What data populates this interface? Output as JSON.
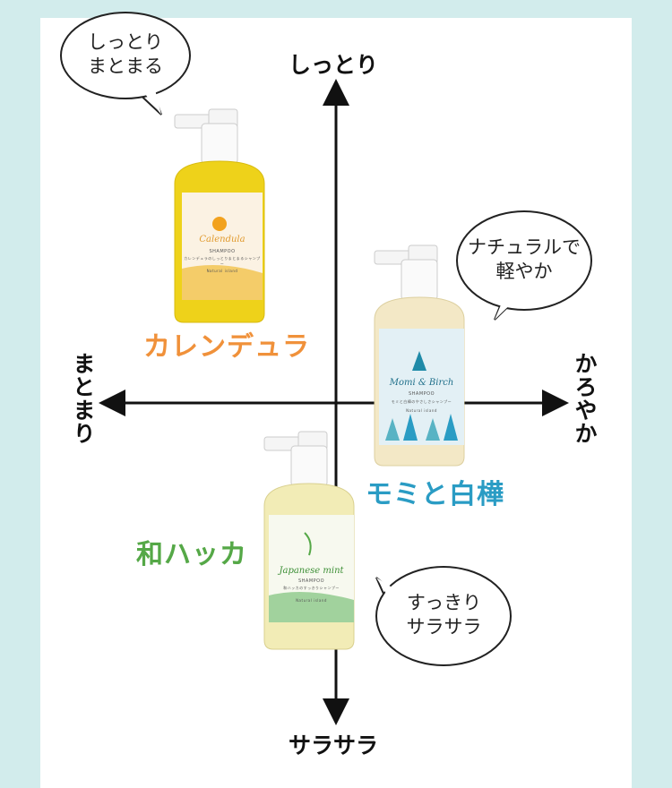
{
  "axes": {
    "top": "しっとり",
    "bottom": "サラサラ",
    "left": "まとまり",
    "right": "かろやか"
  },
  "bubbles": {
    "calendula": "しっとり\nまとまる",
    "momi": "ナチュラルで\n軽やか",
    "mint": "すっきり\nサラサラ"
  },
  "products": {
    "calendula": {
      "name": "カレンデュラ",
      "label_title": "Calendula",
      "label_shampoo": "SHAMPOO",
      "label_jp": "カレンデュラのしっとりまとまるシャンプー",
      "label_brand": "Natural island",
      "color": "#f0913a"
    },
    "momi": {
      "name": "モミと白樺",
      "label_title": "Momi & Birch",
      "label_shampoo": "SHAMPOO",
      "label_jp": "モミと白樺のやさしさシャンプー",
      "label_brand": "Natural island",
      "color": "#2a9cc4"
    },
    "mint": {
      "name": "和ハッカ",
      "label_title": "Japanese mint",
      "label_shampoo": "SHAMPOO",
      "label_jp": "和ハッカのすっきりシャンプー",
      "label_brand": "Natural island",
      "color": "#55a847"
    }
  },
  "colors": {
    "background": "#d2ecec",
    "panel": "#ffffff",
    "axis": "#111111"
  }
}
